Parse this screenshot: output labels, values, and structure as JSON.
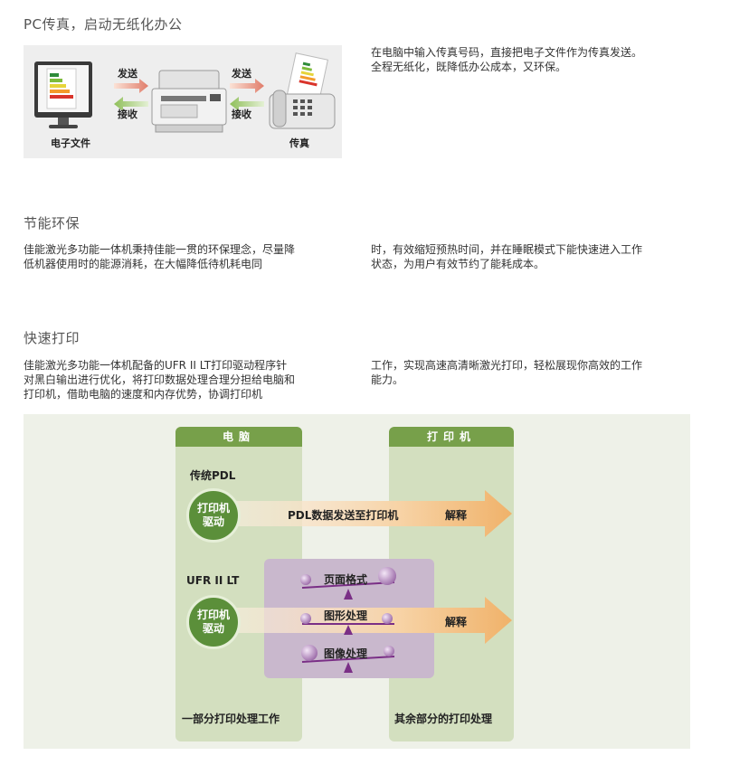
{
  "sections": {
    "fax": {
      "title": "PC传真，启动无纸化办公",
      "desc": "在电脑中输入传真号码，直接把电子文件作为传真发送。\n全程无纸化，既降低办公成本，又环保。",
      "diagram": {
        "send_label": "发送",
        "receive_label": "接收",
        "left_label": "电子文件",
        "right_label": "传真"
      }
    },
    "eco": {
      "title": "节能环保",
      "text_left": "佳能激光多功能一体机秉持佳能一贯的环保理念，尽量降\n低机器使用时的能源消耗，在大幅降低待机耗电同",
      "text_right": "时，有效缩短预热时间，并在睡眠模式下能快速进入工作\n状态，为用户有效节约了能耗成本。"
    },
    "speed": {
      "title": "快速打印",
      "text_left": "佳能激光多功能一体机配备的UFR II LT打印驱动程序针\n对黑白输出进行优化，将打印数据处理合理分担给电脑和\n打印机，借助电脑的速度和内存优势，协调打印机",
      "text_right": "工作，实现高速高清晰激光打印，轻松展现你高效的工作\n能力。"
    }
  },
  "print_diagram": {
    "col_pc": "电脑",
    "col_printer": "打印机",
    "row1_label": "传统PDL",
    "row2_label": "UFR II LT",
    "driver_label": "打印机\n驱动",
    "row1_arrow_text": "PDL数据发送至打印机",
    "render_label": "解释",
    "seesaw_items": [
      "页面格式",
      "图形处理",
      "图像处理"
    ],
    "foot_pc": "一部分打印处理工作",
    "foot_printer": "其余部分的打印处理"
  },
  "colors": {
    "green_header": "#77a04a",
    "green_column": "#d3dfbf",
    "arrow_orange": "#f0b26a",
    "purple_box": "#c9b8cd",
    "fax_arrow_red": "#e07c6a",
    "fax_arrow_green": "#8fbf5a"
  }
}
